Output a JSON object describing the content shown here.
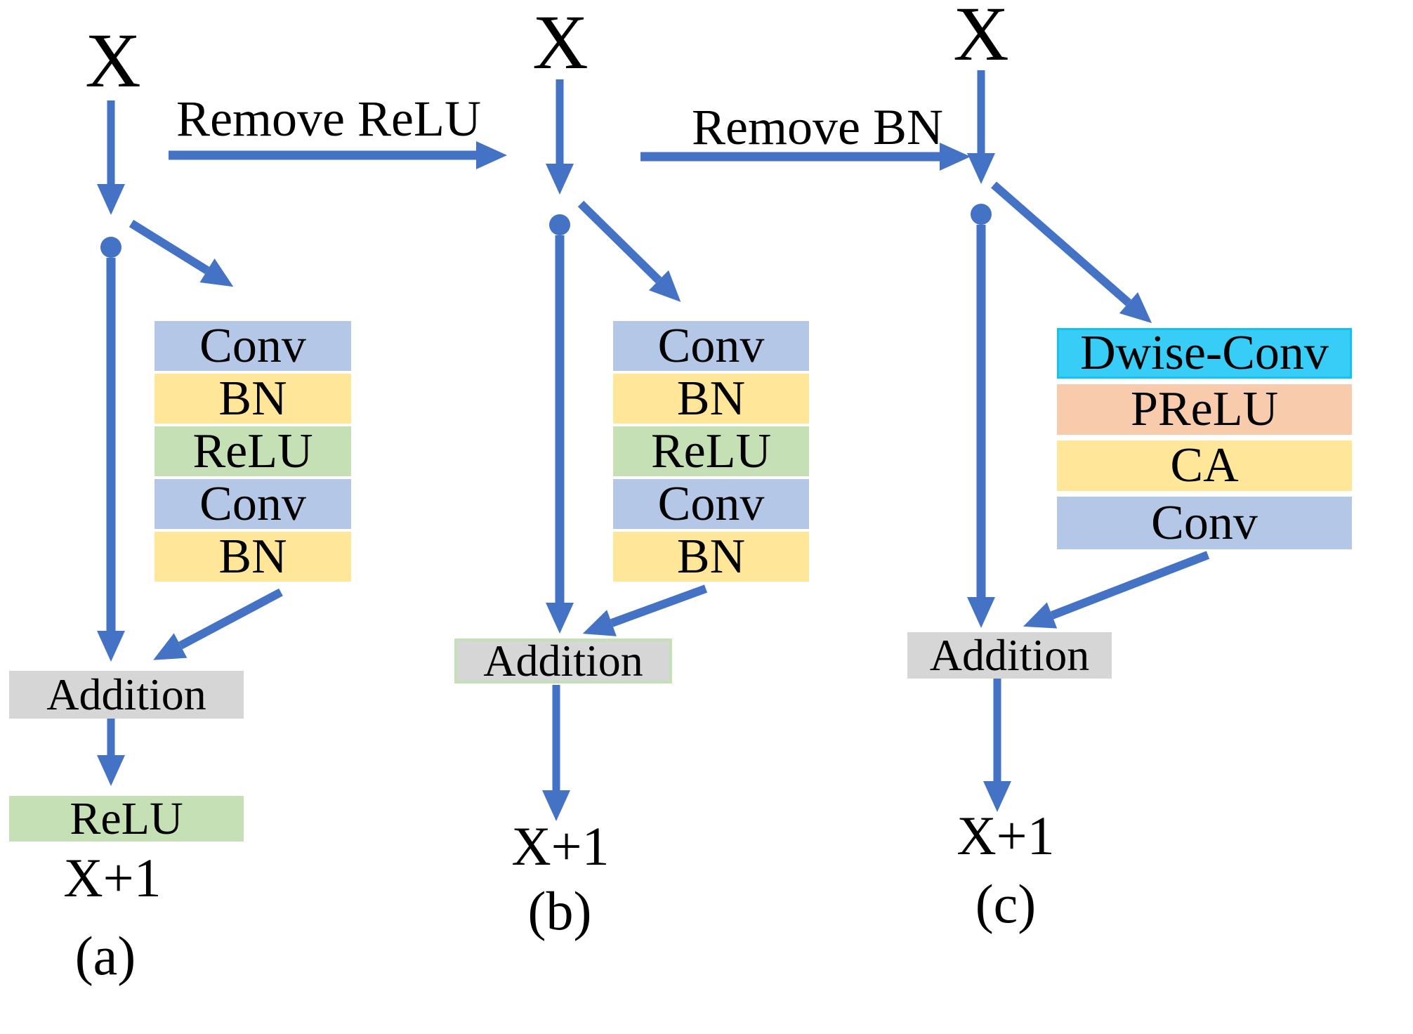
{
  "colors": {
    "arrow": "#4472C4",
    "lavender": "#B4C7E7",
    "yellow": "#FFE699",
    "green": "#C5E0B4",
    "gray": "#D6D6D6",
    "cyan": "#38CDF7",
    "cyan_border": "#0FC3F2",
    "peach": "#F8CBAD"
  },
  "transitions": {
    "remove_relu": "Remove ReLU",
    "remove_bn": "Remove BN"
  },
  "columns": {
    "a": {
      "input": "X",
      "layers": [
        {
          "label": "Conv",
          "color": "lavender"
        },
        {
          "label": "BN",
          "color": "yellow"
        },
        {
          "label": "ReLU",
          "color": "green"
        },
        {
          "label": "Conv",
          "color": "lavender"
        },
        {
          "label": "BN",
          "color": "yellow"
        }
      ],
      "addition": "Addition",
      "activation": "ReLU",
      "output": "X+1",
      "caption": "(a)"
    },
    "b": {
      "input": "X",
      "layers": [
        {
          "label": "Conv",
          "color": "lavender"
        },
        {
          "label": "BN",
          "color": "yellow"
        },
        {
          "label": "ReLU",
          "color": "green"
        },
        {
          "label": "Conv",
          "color": "lavender"
        },
        {
          "label": "BN",
          "color": "yellow"
        }
      ],
      "addition": "Addition",
      "output": "X+1",
      "caption": "(b)"
    },
    "c": {
      "input": "X",
      "layers": [
        {
          "label": "Dwise-Conv",
          "color": "cyan"
        },
        {
          "label": "PReLU",
          "color": "peach"
        },
        {
          "label": "CA",
          "color": "yellow"
        },
        {
          "label": "Conv",
          "color": "lavender"
        }
      ],
      "addition": "Addition",
      "output": "X+1",
      "caption": "(c)"
    }
  }
}
